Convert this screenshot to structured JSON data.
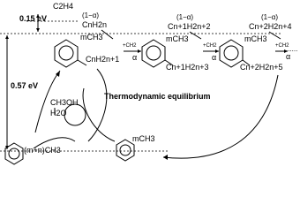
{
  "labels": {
    "ethylene": "C2H4",
    "energy_small": "0.15 eV",
    "energy_large": "0.57 eV",
    "one_minus_alpha_1": "(1−α)",
    "one_minus_alpha_2": "(1−α)",
    "one_minus_alpha_3": "(1−α)",
    "alkene_1": "CnH2n",
    "alkene_2": "Cn+1H2n+2",
    "alkene_3": "Cn+2H2n+4",
    "mch3_1": "mCH3",
    "mch3_2": "mCH3",
    "mch3_3": "mCH3",
    "mch3_bottom": "mCH3",
    "chain_1": "CnH2n+1",
    "chain_2": "Cn+1H2n+3",
    "chain_3": "Cn+2H2n+5",
    "add_ch2_1": "+CH2",
    "add_ch2_2": "+CH2",
    "add_ch2_3": "+CH2",
    "alpha_1": "α",
    "alpha_2": "α",
    "alpha_3": "α",
    "dots": "......",
    "equilibrium": "Thermodynamic equilibrium",
    "methanol": "CH3OH",
    "water": "H2O",
    "polymethyl": "(m+n)CH3"
  }
}
